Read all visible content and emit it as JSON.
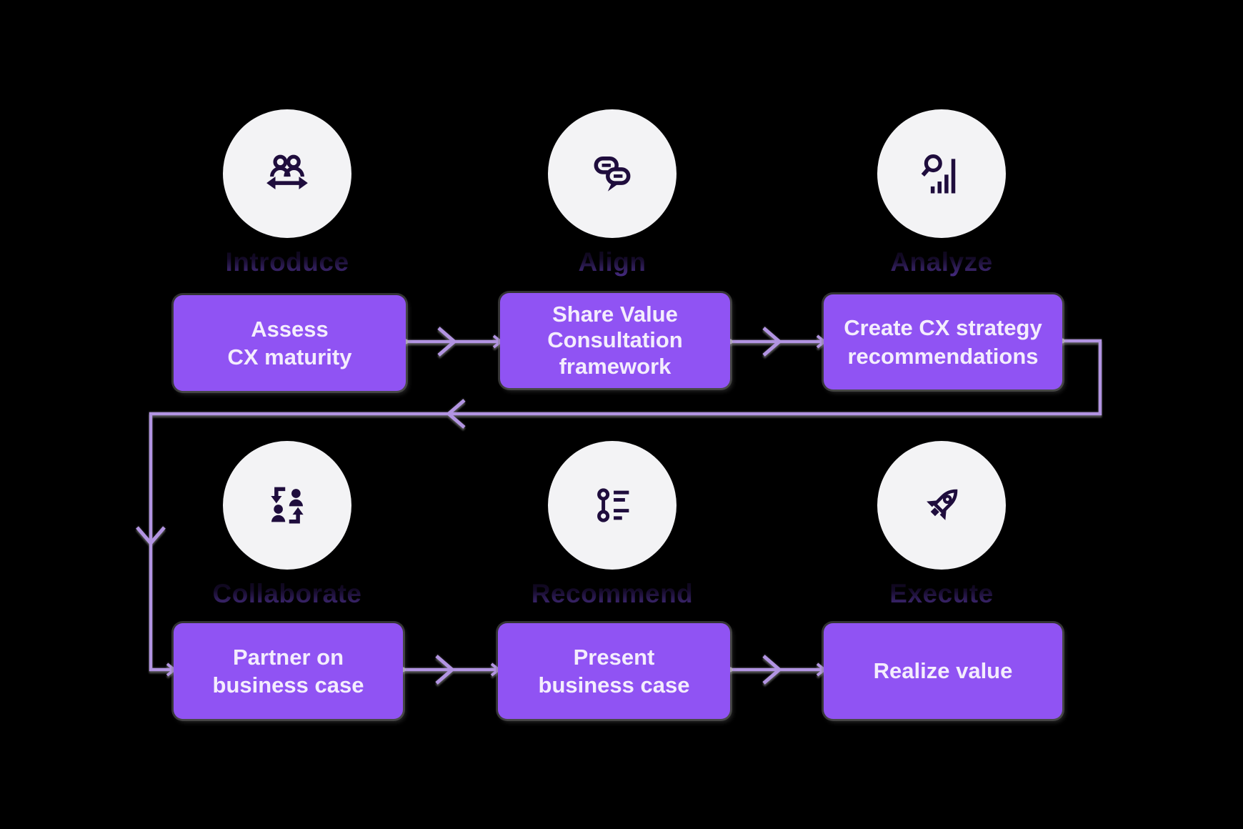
{
  "diagram": {
    "type": "process-flow",
    "background_color": "#000000",
    "accent_colors": {
      "box_fill": "#9053f3",
      "box_text": "#f4edfd",
      "circle_fill": "#f3f3f5",
      "icon_color": "#1f0d3d",
      "connector_color": "#b294e2",
      "stage_label_color": "#3b2470"
    },
    "flow_order": "top row left to right, wrap-around return arrow, bottom row left to right"
  },
  "steps": [
    {
      "stage_label": "Introduce",
      "icon": "people-handoff-icon",
      "box_lines": [
        "Assess",
        "CX maturity"
      ]
    },
    {
      "stage_label": "Align",
      "icon": "chat-bubbles-icon",
      "box_lines": [
        "Share Value",
        "Consultation",
        "framework"
      ]
    },
    {
      "stage_label": "Analyze",
      "icon": "search-chart-icon",
      "box_lines": [
        "Create CX strategy",
        "recommendations"
      ]
    },
    {
      "stage_label": "Collaborate",
      "icon": "people-cycle-icon",
      "box_lines": [
        "Partner on",
        "business case"
      ]
    },
    {
      "stage_label": "Recommend",
      "icon": "timeline-list-icon",
      "box_lines": [
        "Present",
        "business case"
      ]
    },
    {
      "stage_label": "Execute",
      "icon": "rocket-icon",
      "box_lines": [
        "Realize value"
      ]
    }
  ]
}
